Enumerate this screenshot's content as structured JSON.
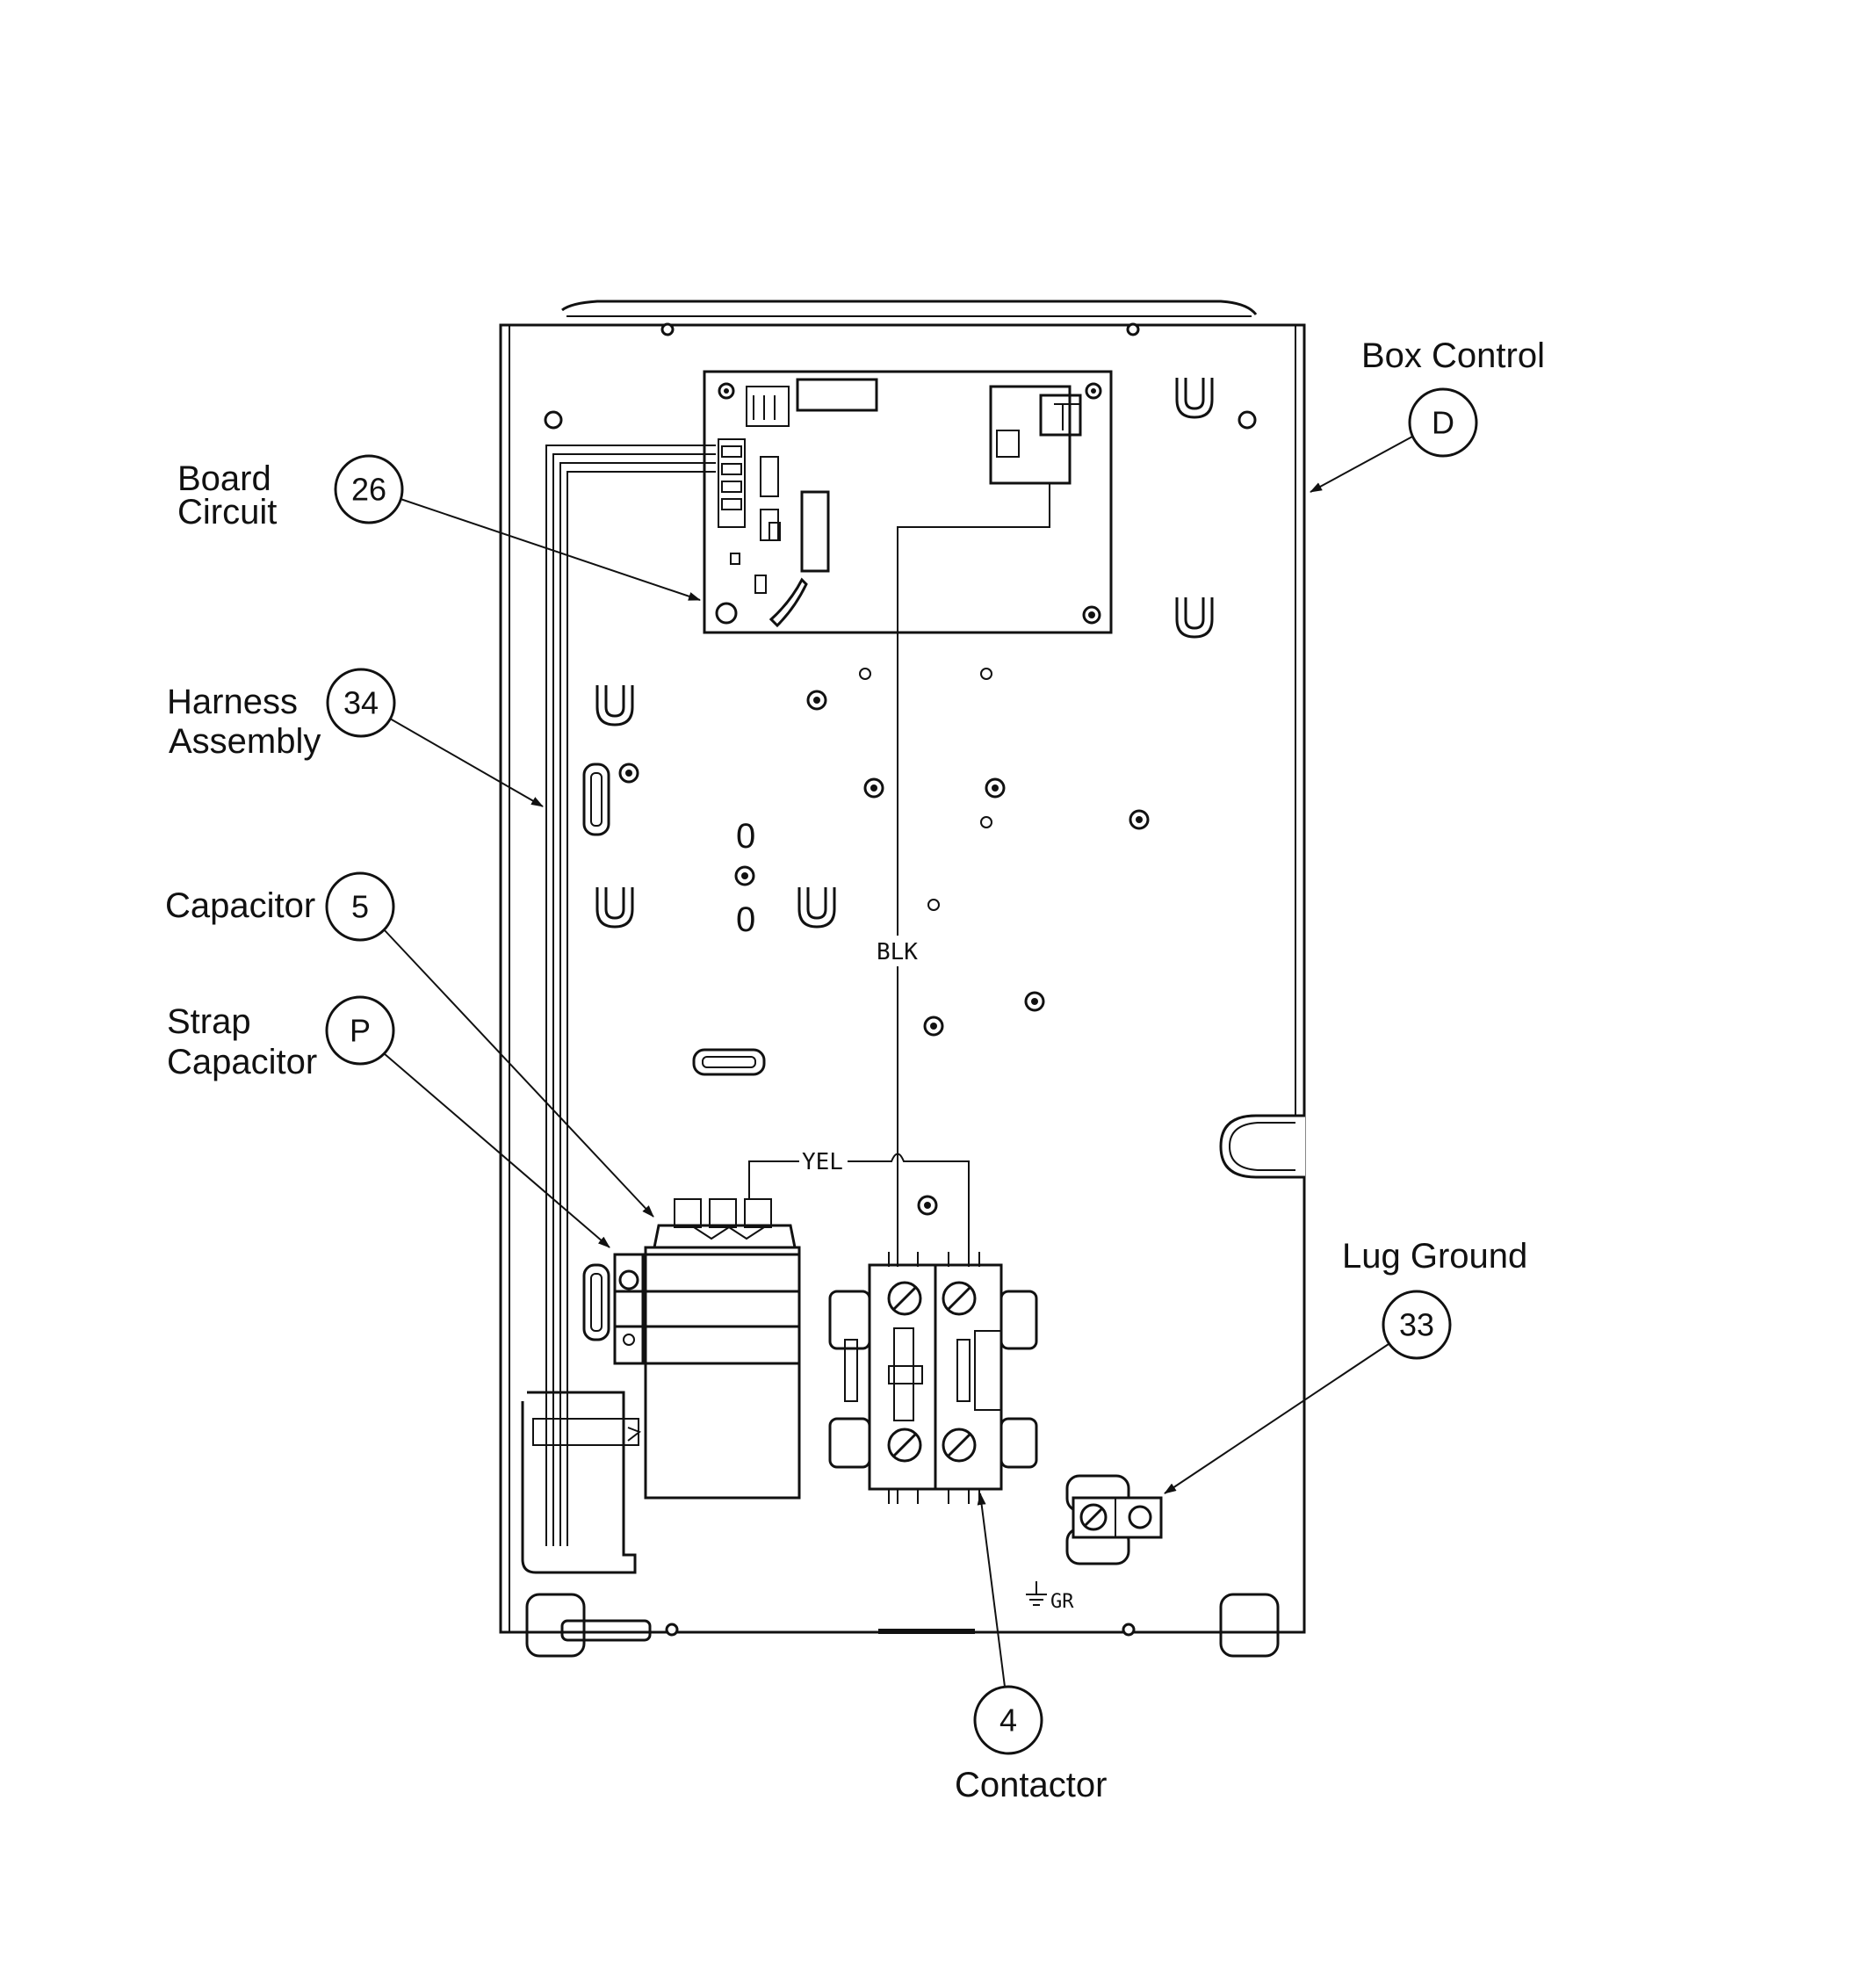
{
  "callouts": [
    {
      "id": "26",
      "label_lines": [
        "Board",
        "Circuit"
      ]
    },
    {
      "id": "34",
      "label_lines": [
        "Harness",
        "Assembly"
      ]
    },
    {
      "id": "5",
      "label_lines": [
        "Capacitor"
      ]
    },
    {
      "id": "P",
      "label_lines": [
        "Strap",
        "Capacitor"
      ]
    },
    {
      "id": "D",
      "label_lines": [
        "Box Control"
      ]
    },
    {
      "id": "33",
      "label_lines": [
        "Lug Ground"
      ]
    },
    {
      "id": "4",
      "label_lines": [
        "Contactor"
      ]
    }
  ],
  "wire_labels": {
    "black": "BLK",
    "yellow": "YEL"
  },
  "markings": {
    "ground": "GR",
    "hole_a": "0",
    "hole_b": "0"
  }
}
